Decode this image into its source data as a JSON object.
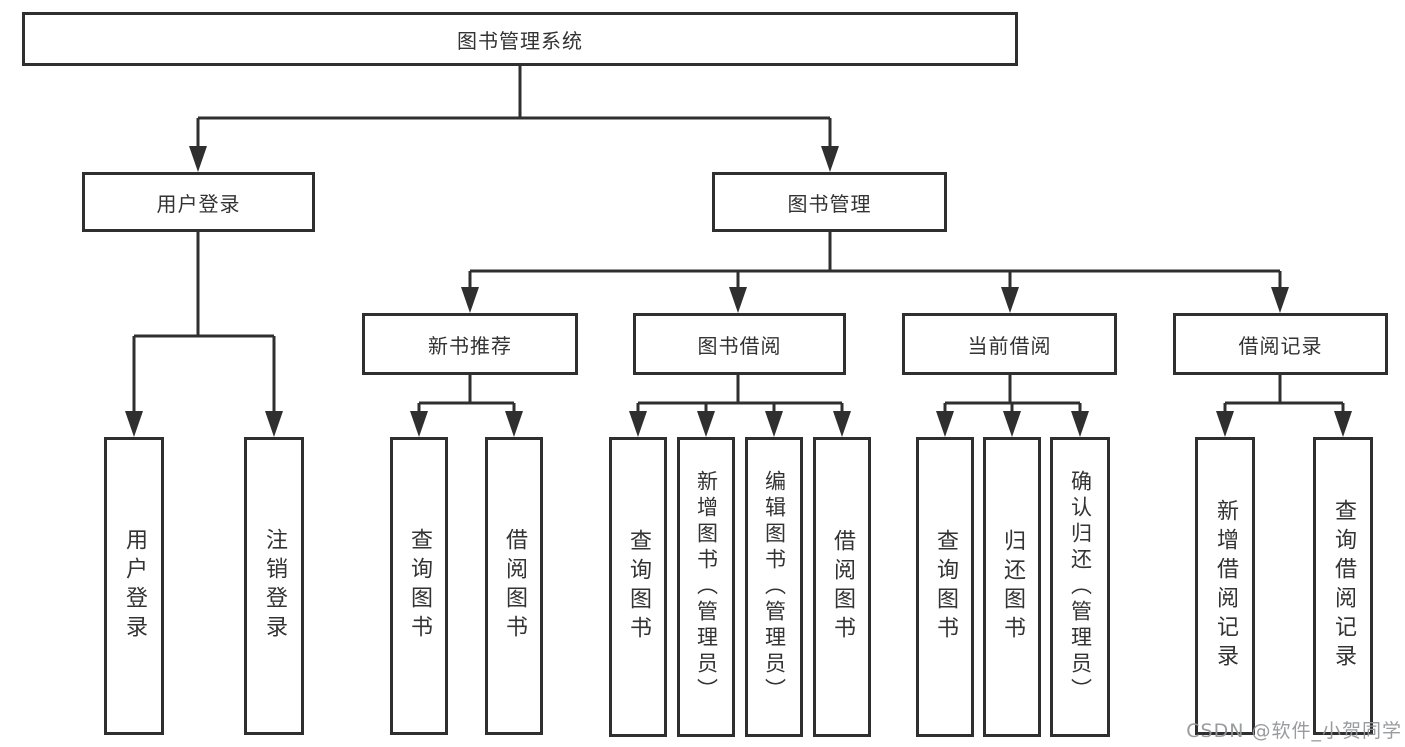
{
  "colors": {
    "line": "#2f2f2f",
    "box_border": "#2f2f2f",
    "box_background": "#ffffff",
    "text": "#333333",
    "watermark": "#949699"
  },
  "watermark": {
    "text": "CSDN @软件_小贺同学"
  },
  "tree": {
    "root": {
      "label": "图书管理系统"
    },
    "children": [
      {
        "label": "用户登录",
        "children": [
          {
            "label": "用户登录"
          },
          {
            "label": "注销登录"
          }
        ]
      },
      {
        "label": "图书管理",
        "children": [
          {
            "label": "新书推荐",
            "children": [
              {
                "label": "查询图书"
              },
              {
                "label": "借阅图书"
              }
            ]
          },
          {
            "label": "图书借阅",
            "children": [
              {
                "label": "查询图书"
              },
              {
                "label": "新增图书（管理员）"
              },
              {
                "label": "编辑图书（管理员）"
              },
              {
                "label": "借阅图书"
              }
            ]
          },
          {
            "label": "当前借阅",
            "children": [
              {
                "label": "查询图书"
              },
              {
                "label": "归还图书"
              },
              {
                "label": "确认归还（管理员）"
              }
            ]
          },
          {
            "label": "借阅记录",
            "children": [
              {
                "label": "新增借阅记录"
              },
              {
                "label": "查询借阅记录"
              }
            ]
          }
        ]
      }
    ]
  }
}
